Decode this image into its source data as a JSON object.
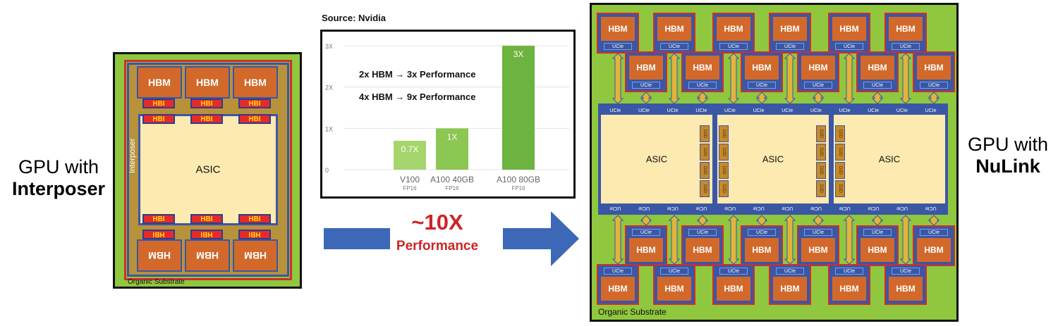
{
  "left_label": {
    "line1": "GPU with",
    "line2": "Interposer"
  },
  "right_label": {
    "line1": "GPU with",
    "line2": "NuLink"
  },
  "left_package": {
    "hbm_label": "HBM",
    "hbi_label": "HBI",
    "asic_label": "ASIC",
    "interposer_label": "Interposer",
    "substrate_label": "Organic Substrate"
  },
  "chart_source": "Source: Nvidia",
  "chart_data": {
    "type": "bar",
    "categories": [
      "V100",
      "A100 40GB",
      "A100 80GB"
    ],
    "sublabels": [
      "FP16",
      "FP16",
      "FP16"
    ],
    "values": [
      0.7,
      1,
      3
    ],
    "data_labels": [
      "0.7X",
      "1X",
      "3X"
    ],
    "ytick_labels": [
      "0",
      "1X",
      "2X",
      "3X"
    ],
    "ylim": [
      0,
      3
    ],
    "annotations": [
      "2x HBM → 3x Performance",
      "4x HBM → 9x Performance"
    ],
    "colors": [
      "#a6d46d",
      "#8cc653",
      "#6db33f"
    ]
  },
  "center_arrow": {
    "big": "~10X",
    "small": "Performance",
    "color": "#3d68b8",
    "text_color": "#cc2428"
  },
  "right_package": {
    "hbm_label": "HBM",
    "ucie_label": "UCIe",
    "d2d_label": "D2D",
    "asic_label": "ASIC",
    "substrate_label": "Organic Substrate"
  },
  "colors": {
    "substrate": "#8fc73e",
    "hbm": "#d2692b",
    "asic": "#fdeab0",
    "blue": "#3a57a6",
    "red": "#d62b2b",
    "arrow": "#e2b43a"
  }
}
